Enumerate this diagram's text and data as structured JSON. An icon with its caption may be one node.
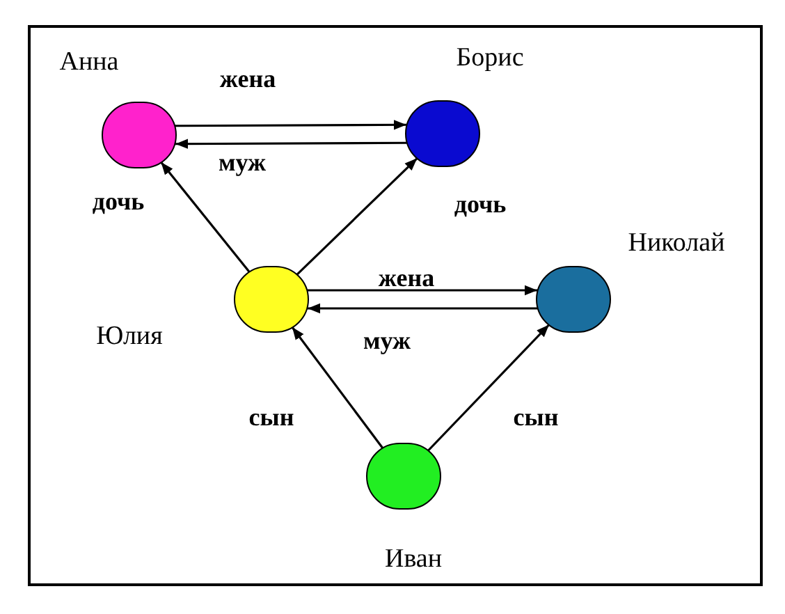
{
  "diagram": {
    "nodes": [
      {
        "text": [],
        "shape": "circle",
        "beside": [
          "Анна"
        ]
      },
      {
        "text": [],
        "shape": "circle",
        "beside": [
          "Борис"
        ]
      },
      {
        "text": [],
        "shape": "circle",
        "beside": [
          "Юлия"
        ]
      },
      {
        "text": [],
        "shape": "circle",
        "beside": [
          "Николай"
        ]
      },
      {
        "text": [],
        "shape": "circle",
        "beside": [
          "Иван"
        ]
      }
    ],
    "edges": [
      {
        "from": 0,
        "to": 1,
        "arrow": "to",
        "label": "жена"
      },
      {
        "from": 1,
        "to": 0,
        "arrow": "to",
        "label": "муж"
      },
      {
        "from": 2,
        "to": 0,
        "arrow": "to",
        "label": "дочь"
      },
      {
        "from": 2,
        "to": 1,
        "arrow": "to",
        "label": "дочь"
      },
      {
        "from": 2,
        "to": 3,
        "arrow": "to",
        "label": "жена"
      },
      {
        "from": 3,
        "to": 2,
        "arrow": "to",
        "label": "муж"
      },
      {
        "from": 4,
        "to": 2,
        "arrow": "to",
        "label": "сын"
      },
      {
        "from": 4,
        "to": 3,
        "arrow": "to",
        "label": "сын"
      }
    ]
  }
}
